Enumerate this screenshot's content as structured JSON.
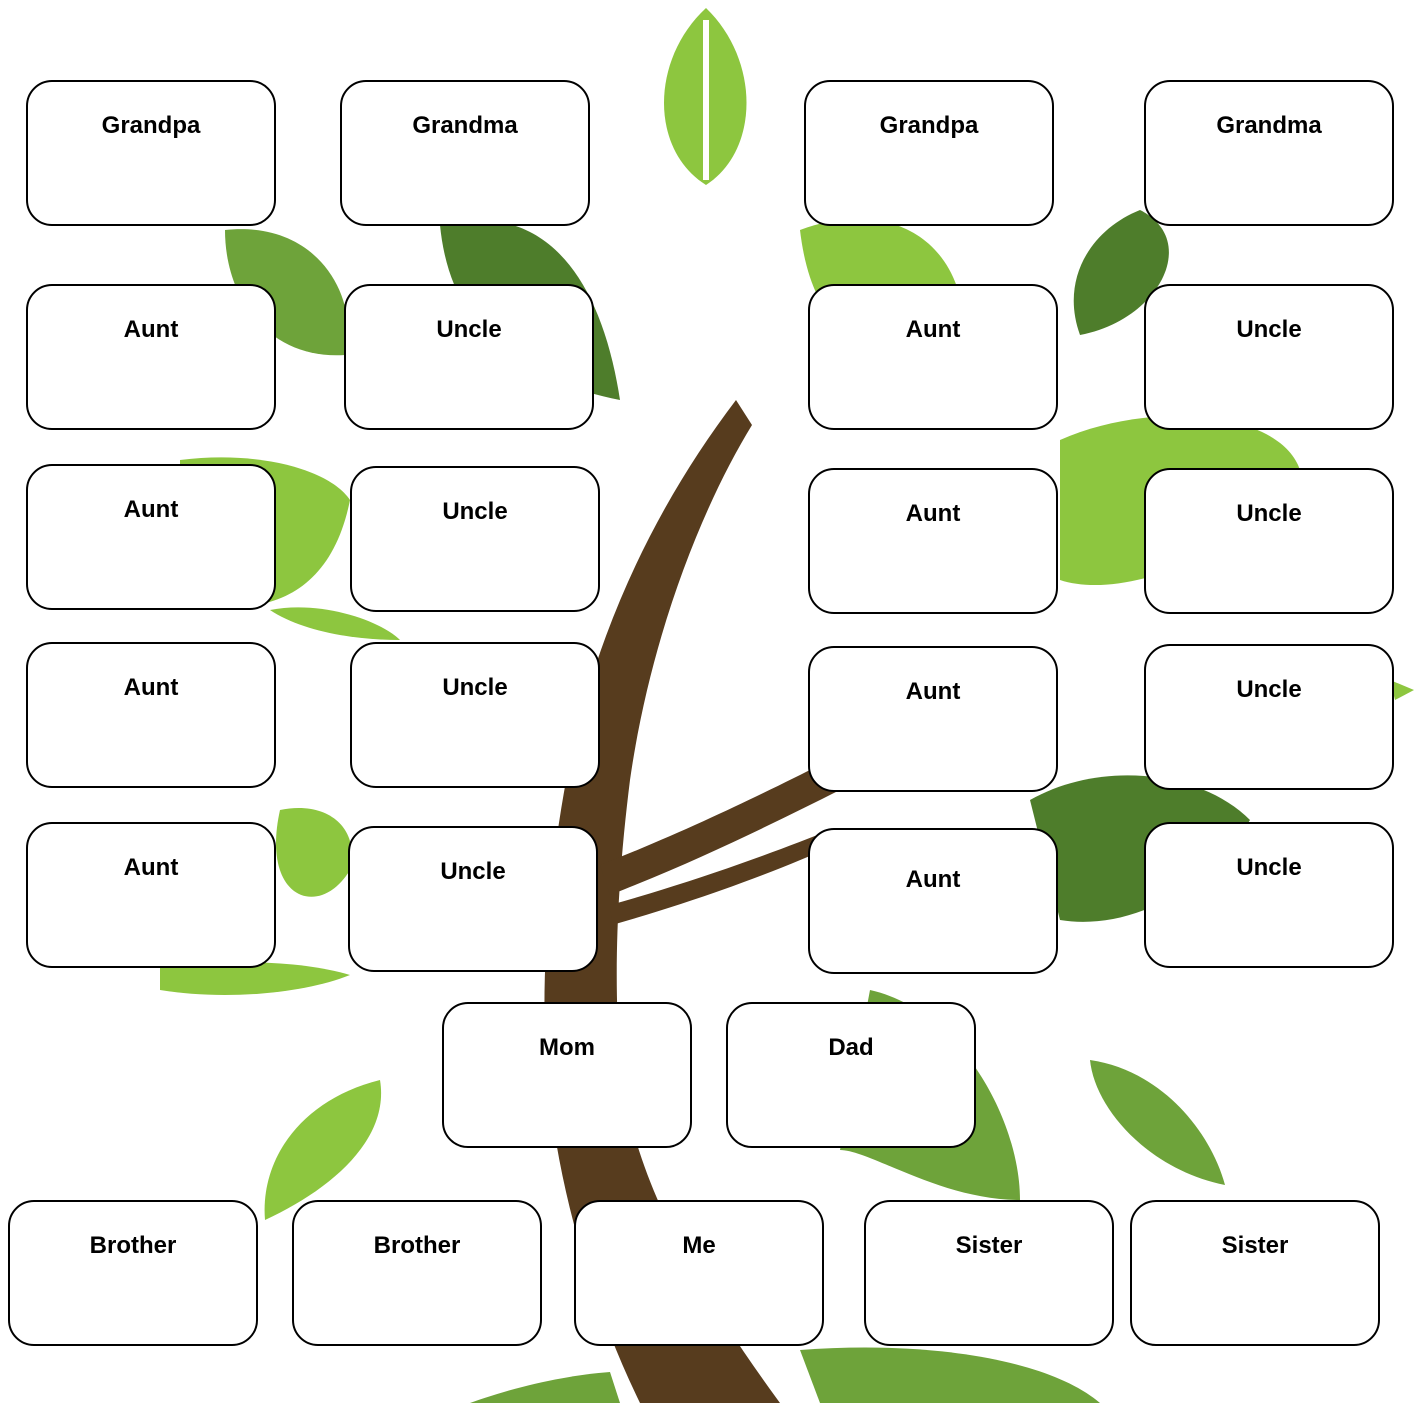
{
  "grandparents": {
    "left": [
      "Grandpa",
      "Grandma"
    ],
    "right": [
      "Grandpa",
      "Grandma"
    ]
  },
  "aunts_uncles": {
    "left": [
      [
        "Aunt",
        "Uncle"
      ],
      [
        "Aunt",
        "Uncle"
      ],
      [
        "Aunt",
        "Uncle"
      ],
      [
        "Aunt",
        "Uncle"
      ]
    ],
    "right": [
      [
        "Aunt",
        "Uncle"
      ],
      [
        "Aunt",
        "Uncle"
      ],
      [
        "Aunt",
        "Uncle"
      ],
      [
        "Aunt",
        "Uncle"
      ]
    ]
  },
  "parents": [
    "Mom",
    "Dad"
  ],
  "children": [
    "Brother",
    "Brother",
    "Me",
    "Sister",
    "Sister"
  ],
  "colors": {
    "leaf_light": "#8dc63f",
    "leaf_mid": "#6ea33a",
    "leaf_dark": "#4e7d2b",
    "trunk": "#573c1e"
  }
}
